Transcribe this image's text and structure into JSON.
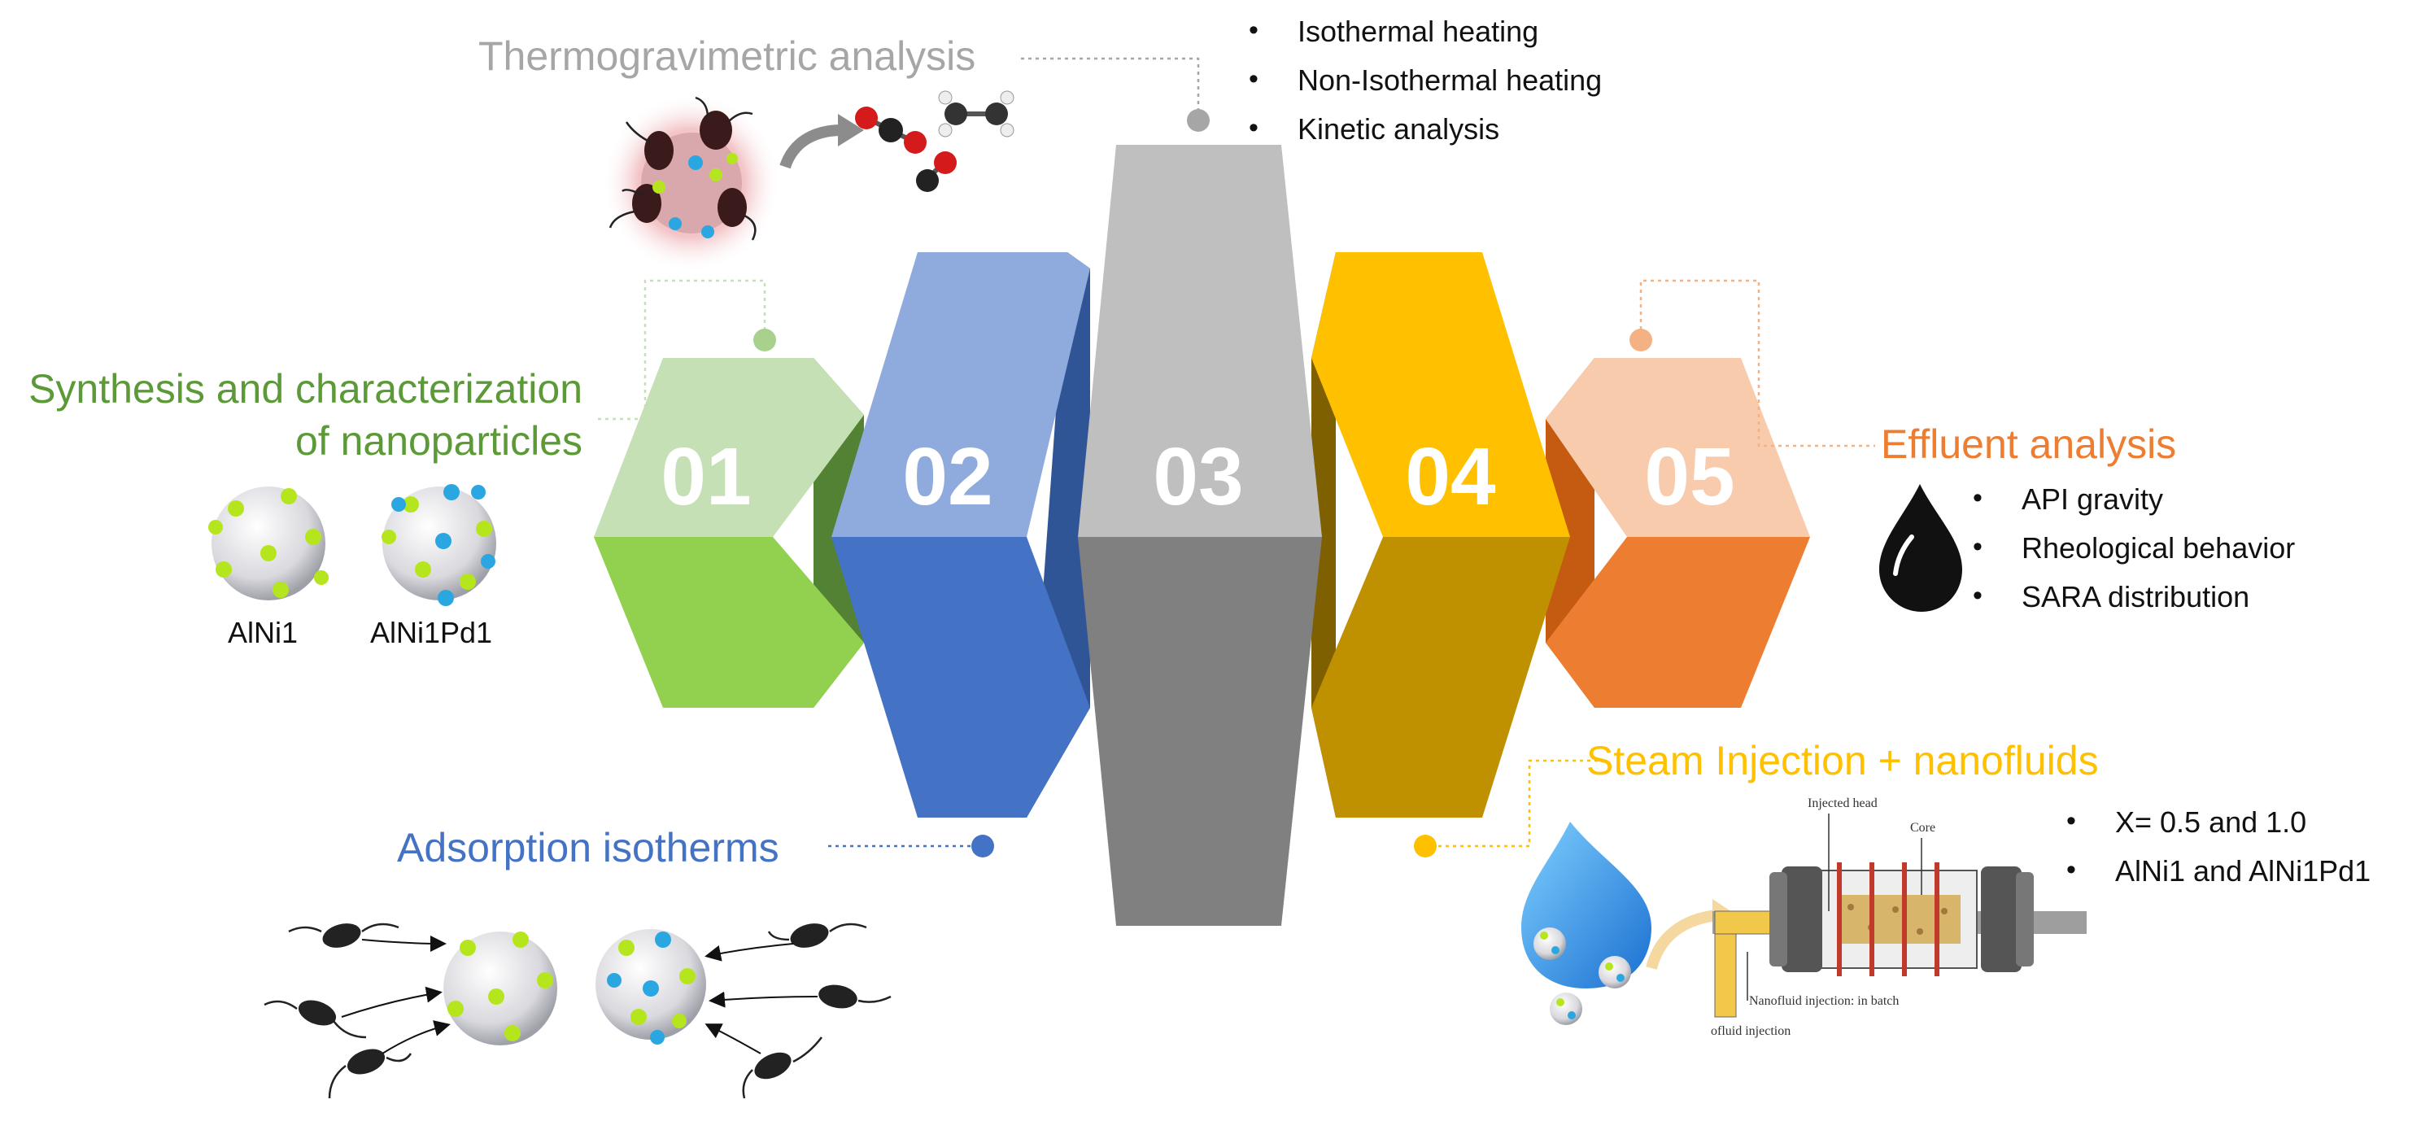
{
  "steps": [
    {
      "num": "01",
      "color": "#92d050"
    },
    {
      "num": "02",
      "color": "#4472c4"
    },
    {
      "num": "03",
      "color": "#808080"
    },
    {
      "num": "04",
      "color": "#ffc000"
    },
    {
      "num": "05",
      "color": "#ed7d31"
    }
  ],
  "labels": {
    "synthesis_line1": "Synthesis and characterization",
    "synthesis_line2": "of nanoparticles",
    "thermo": "Thermogravimetric analysis",
    "adsorption": "Adsorption isotherms",
    "steam": "Steam Injection + nanofluids",
    "effluent": "Effluent analysis"
  },
  "label_colors": {
    "synthesis": "#5b9a37",
    "thermo": "#a6a6a6",
    "adsorption": "#4472c4",
    "steam": "#ffc000",
    "effluent": "#ed7d31"
  },
  "thermo_bullets": [
    "Isothermal heating",
    "Non-Isothermal heating",
    "Kinetic analysis"
  ],
  "effluent_bullets": [
    "API gravity",
    "Rheological behavior",
    "SARA distribution"
  ],
  "steam_bullets": [
    "X= 0.5 and 1.0",
    "AlNi1 and AlNi1Pd1"
  ],
  "nanoparticles": [
    "AlNi1",
    "AlNi1Pd1"
  ],
  "apparatus_labels": {
    "injected_head": "Injected head",
    "core": "Core",
    "batch": "Nanofluid injection: in batch",
    "injection": "ofluid injection"
  }
}
